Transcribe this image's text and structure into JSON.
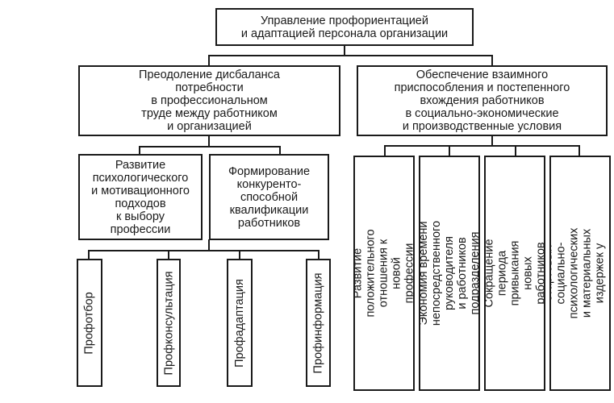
{
  "root": "Управление профориентацией\nи адаптацией персонала организации",
  "branches": [
    "Преодоление дисбаланса\nпотребности\nв профессиональном\nтруде между работником\nи организацией",
    "Обеспечение взаимного\nприспособления и постепенного\nвхождения работников\nв социально-экономические\nи производственные условия"
  ],
  "left_sub": [
    "Развитие\nпсихологического\nи мотивационного\nподходов\nк выбору\nпрофессии",
    "Формирование\nконкуренто-\nспособной\nквалификации\nработников"
  ],
  "left_leaves": [
    "Профотбор",
    "Профконсультация",
    "Профадаптация",
    "Профинформация"
  ],
  "right_leaves": [
    "Развитие положительного\nотношения к новой профессии",
    "Экономия времени\nнепосредственного руководителя\nи работников подразделения",
    "Сокращение периода привыкания\nновых работников",
    "Уменьшение стартовых социально-\nпсихологических и материальных\nиздержек у новых работников"
  ]
}
